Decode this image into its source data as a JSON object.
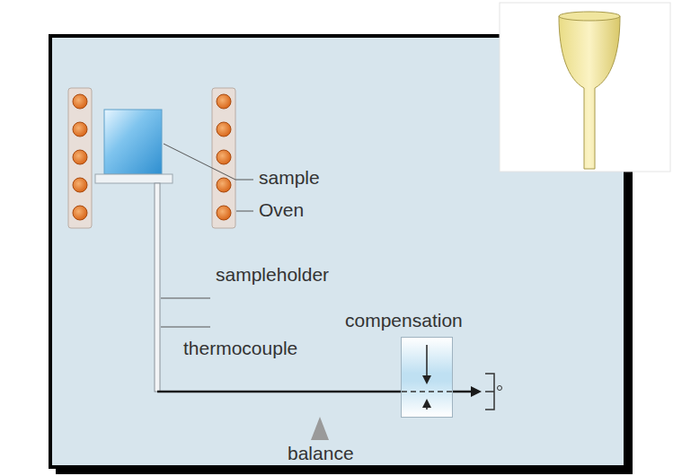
{
  "diagram": {
    "nodes": [
      {
        "text": [
          "compensation"
        ]
      }
    ],
    "labels": [
      "sample",
      "Oven",
      "sampleholder",
      "thermocouple",
      "balance"
    ]
  }
}
